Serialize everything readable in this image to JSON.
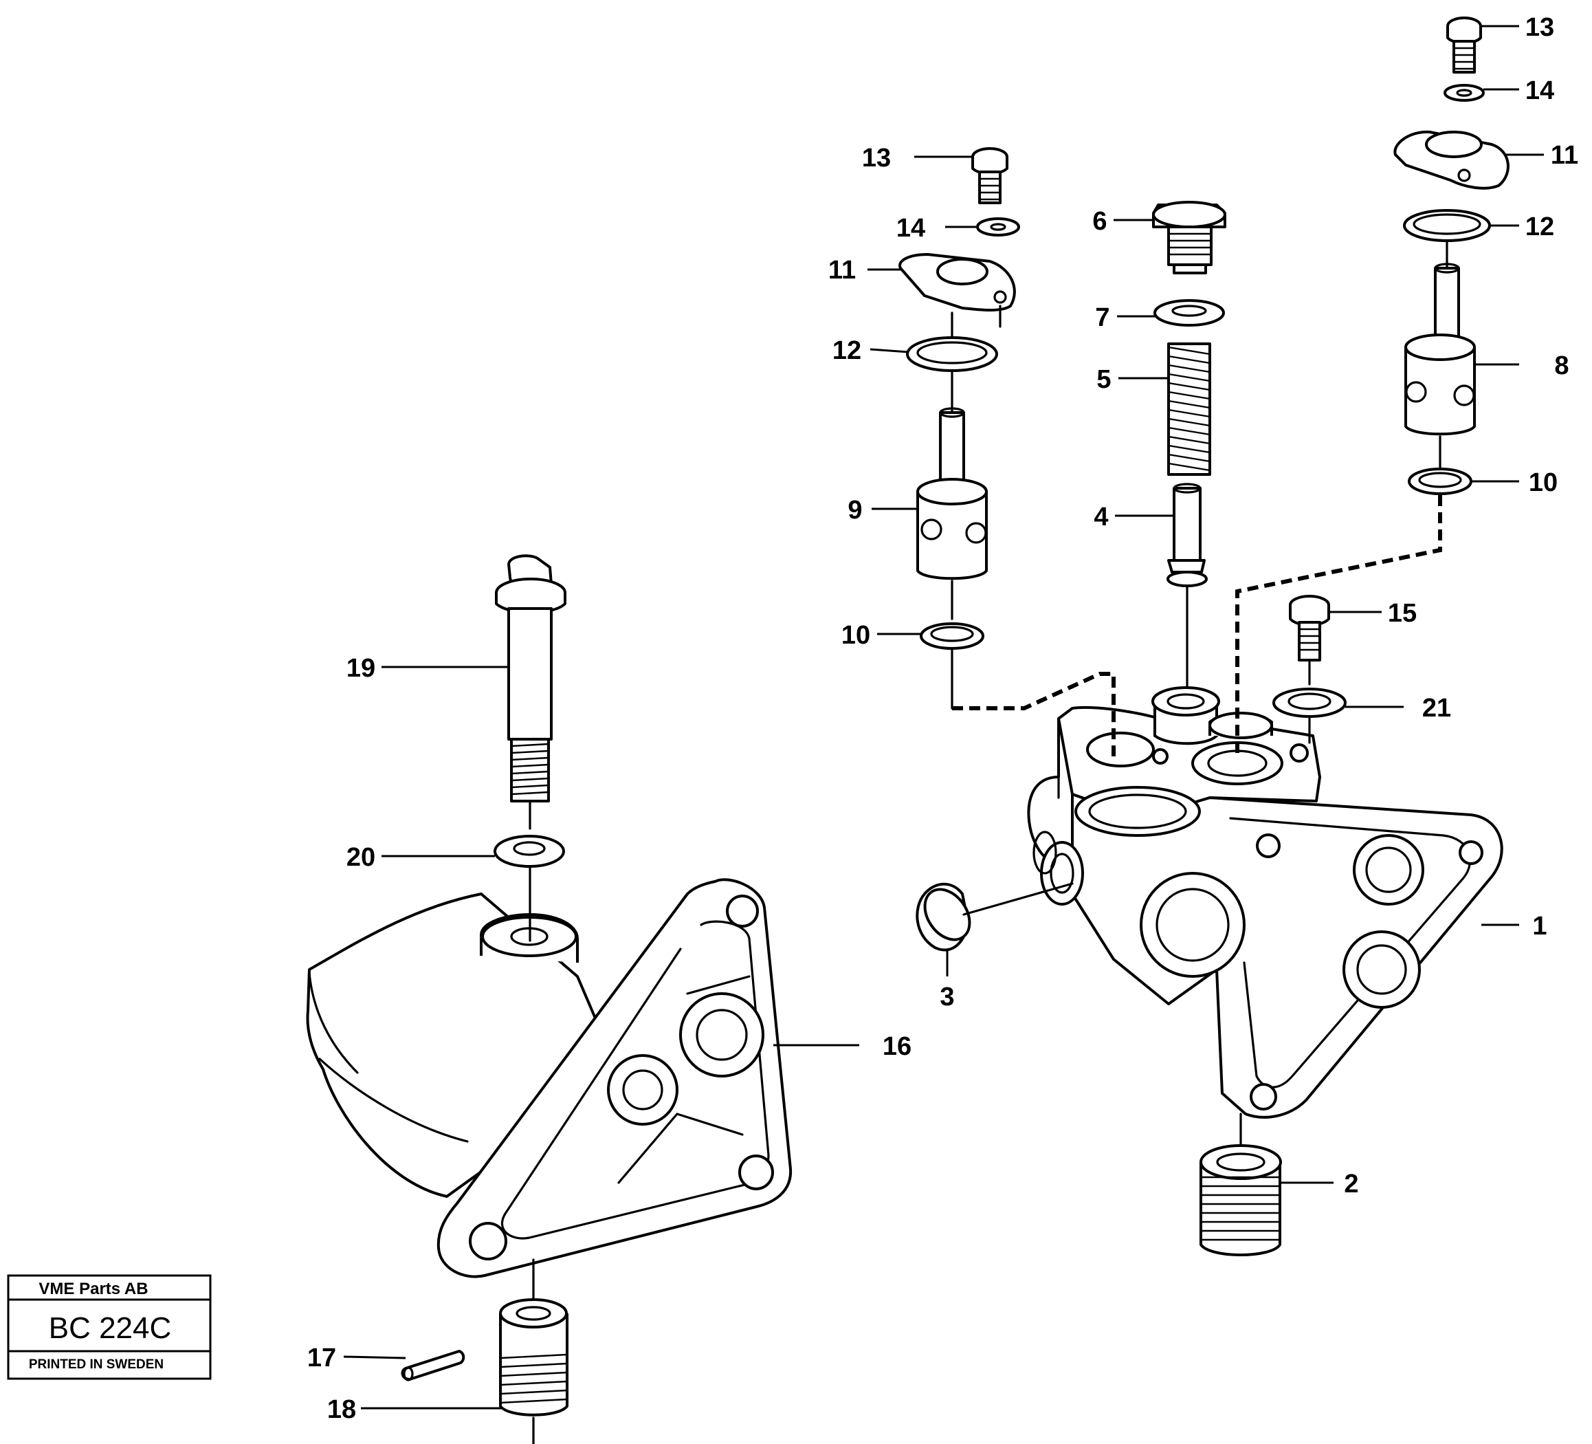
{
  "callouts": {
    "c1": "1",
    "c2": "2",
    "c3": "3",
    "c4": "4",
    "c5": "5",
    "c6": "6",
    "c7": "7",
    "c8": "8",
    "c9": "9",
    "c10a": "10",
    "c10b": "10",
    "c11a": "11",
    "c11b": "11",
    "c12a": "12",
    "c12b": "12",
    "c13a": "13",
    "c13b": "13",
    "c14a": "14",
    "c14b": "14",
    "c15": "15",
    "c16": "16",
    "c17": "17",
    "c18": "18",
    "c19": "19",
    "c20": "20",
    "c21": "21"
  },
  "stamp": {
    "company": "VME Parts AB",
    "code": "BC 224C",
    "printed": "PRINTED IN SWEDEN"
  }
}
